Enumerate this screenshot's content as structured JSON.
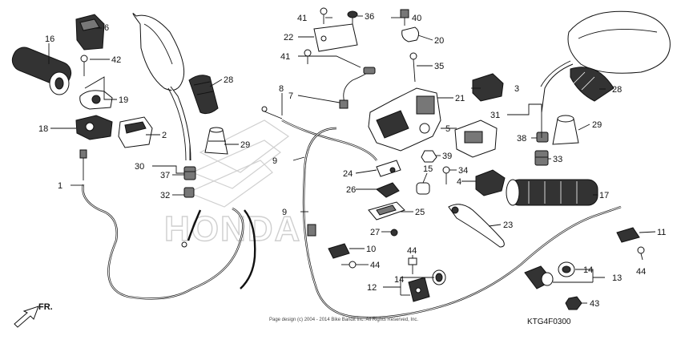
{
  "diagram": {
    "code": "KTG4F0300",
    "copyright": "Page design (c) 2004 - 2014 Bike Bandit Inc. All Rights Reserved, Inc.",
    "watermark": "HONDA",
    "direction": "FR.",
    "callouts": [
      {
        "id": "c1",
        "text": "1"
      },
      {
        "id": "c2",
        "text": "2"
      },
      {
        "id": "c3",
        "text": "3"
      },
      {
        "id": "c4",
        "text": "4"
      },
      {
        "id": "c5",
        "text": "5"
      },
      {
        "id": "c6",
        "text": "6"
      },
      {
        "id": "c7",
        "text": "7"
      },
      {
        "id": "c8",
        "text": "8"
      },
      {
        "id": "c9a",
        "text": "9"
      },
      {
        "id": "c9b",
        "text": "9"
      },
      {
        "id": "c10",
        "text": "10"
      },
      {
        "id": "c11",
        "text": "11"
      },
      {
        "id": "c12",
        "text": "12"
      },
      {
        "id": "c13",
        "text": "13"
      },
      {
        "id": "c14a",
        "text": "14"
      },
      {
        "id": "c14b",
        "text": "14"
      },
      {
        "id": "c15",
        "text": "15"
      },
      {
        "id": "c16",
        "text": "16"
      },
      {
        "id": "c17",
        "text": "17"
      },
      {
        "id": "c18",
        "text": "18"
      },
      {
        "id": "c19",
        "text": "19"
      },
      {
        "id": "c20",
        "text": "20"
      },
      {
        "id": "c21",
        "text": "21"
      },
      {
        "id": "c22",
        "text": "22"
      },
      {
        "id": "c23",
        "text": "23"
      },
      {
        "id": "c24",
        "text": "24"
      },
      {
        "id": "c25",
        "text": "25"
      },
      {
        "id": "c26",
        "text": "26"
      },
      {
        "id": "c27",
        "text": "27"
      },
      {
        "id": "c28a",
        "text": "28"
      },
      {
        "id": "c28b",
        "text": "28"
      },
      {
        "id": "c29a",
        "text": "29"
      },
      {
        "id": "c29b",
        "text": "29"
      },
      {
        "id": "c30",
        "text": "30"
      },
      {
        "id": "c31",
        "text": "31"
      },
      {
        "id": "c32",
        "text": "32"
      },
      {
        "id": "c33",
        "text": "33"
      },
      {
        "id": "c34",
        "text": "34"
      },
      {
        "id": "c35",
        "text": "35"
      },
      {
        "id": "c36",
        "text": "36"
      },
      {
        "id": "c37",
        "text": "37"
      },
      {
        "id": "c38",
        "text": "38"
      },
      {
        "id": "c39",
        "text": "39"
      },
      {
        "id": "c40",
        "text": "40"
      },
      {
        "id": "c41a",
        "text": "41"
      },
      {
        "id": "c41b",
        "text": "41"
      },
      {
        "id": "c42",
        "text": "42"
      },
      {
        "id": "c43",
        "text": "43"
      },
      {
        "id": "c44a",
        "text": "44"
      },
      {
        "id": "c44b",
        "text": "44"
      },
      {
        "id": "c44c",
        "text": "44"
      }
    ]
  }
}
